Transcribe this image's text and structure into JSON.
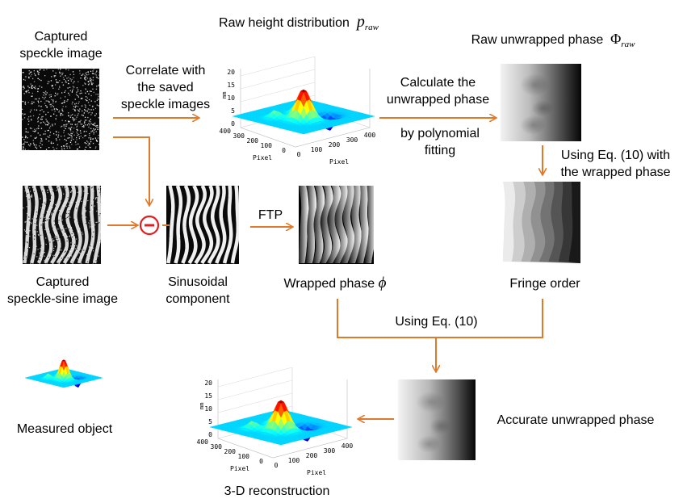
{
  "labels": {
    "captured_speckle": [
      "Captured",
      "speckle image"
    ],
    "correlate": [
      "Correlate with",
      "the saved",
      "speckle images"
    ],
    "raw_height": "Raw height distribution",
    "raw_height_symbol": "p",
    "raw_height_sub": "raw",
    "raw_unwrapped": "Raw unwrapped phase",
    "raw_unwrapped_symbol": "Φ",
    "raw_unwrapped_sub": "raw",
    "calculate": [
      "Calculate the",
      "unwrapped phase"
    ],
    "polyfit": [
      "by polynomial",
      "fitting"
    ],
    "using_eq10_wrapped": [
      "Using Eq. (10) with",
      "the wrapped phase"
    ],
    "captured_speckle_sine": [
      "Captured",
      "speckle-sine  image"
    ],
    "sinusoidal": [
      "Sinusoidal",
      "component"
    ],
    "ftp": "FTP",
    "wrapped_phase": "Wrapped phase",
    "wrapped_phase_symbol": "ϕ",
    "fringe_order": "Fringe order",
    "using_eq10": "Using Eq. (10)",
    "measured_object": "Measured object",
    "accurate_unwrapped": "Accurate unwrapped phase",
    "reconstruction": "3-D reconstruction"
  },
  "plot_axes": {
    "z_ticks": [
      "20",
      "15",
      "10",
      "5",
      "0"
    ],
    "z_unit": "mm",
    "left_ticks": [
      "400",
      "300",
      "200",
      "100",
      "0"
    ],
    "right_ticks": [
      "0",
      "100",
      "200",
      "300",
      "400"
    ],
    "x_label": "Pixel",
    "y_label": "Pixel"
  },
  "colors": {
    "arrow": "#e07a2a",
    "subtract": "#e02020"
  }
}
